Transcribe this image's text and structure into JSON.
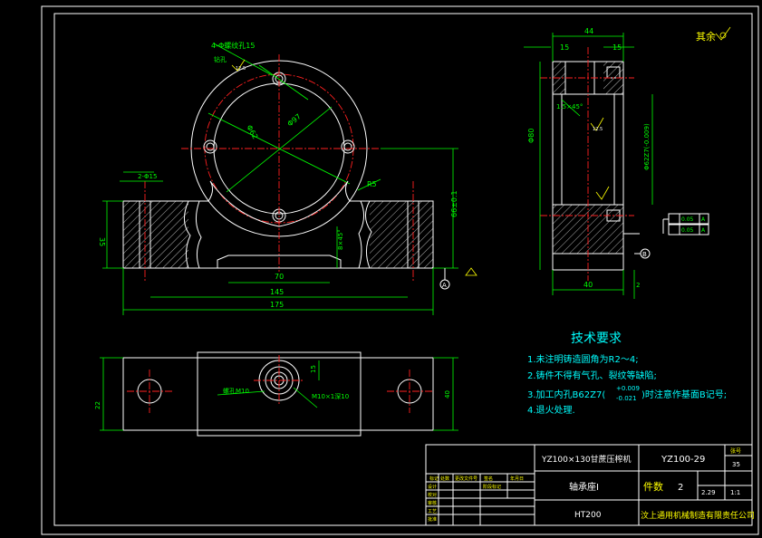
{
  "drawing": {
    "finish_mark": "其余",
    "tech_requirements": {
      "title": "技术要求",
      "items": [
        "1.未注明铸造圆角为R2～4;",
        "2.铸件不得有气孔、裂纹等缺陷;",
        "3.加工内孔B62Z7(",
        "4.退火处理."
      ],
      "item3_tol_upper": "+0.009",
      "item3_tol_lower": "-0.021",
      "item3_tail": ")时注意作基面B记号;"
    },
    "front_view": {
      "hole_note": "4-Φ螺纹孔15",
      "sub_note": "钻孔",
      "bore_label": "Φ62",
      "pcd_label": "Φ97",
      "radius_label": "R5",
      "slot_note": "2-Φ15",
      "height_dim": "66±0.1",
      "base_height": "35",
      "center_slot": "70",
      "width_inner": "145",
      "width_total": "175",
      "chamfer": "8×45°",
      "datum": "A",
      "rough_small": "12.5"
    },
    "side_view": {
      "top_width": "44",
      "left_seg": "15",
      "right_seg": "15",
      "chamfer": "1.5×45°",
      "dia_left": "Φ80",
      "dia_right": "Φ62Z7(-0.009)",
      "bottom_width": "40",
      "bottom_small": "2",
      "datum": "B",
      "rough": "12.5",
      "tol_frame_1": "0.05",
      "tol_frame_1_datum": "A",
      "tol_frame_2": "0.05",
      "tol_frame_2_datum": "A"
    },
    "top_view": {
      "hole_note": "螺孔M10",
      "thread_note": "M10×1深10",
      "dim_15": "15",
      "dim_40": "40",
      "dim_22": "22"
    },
    "title_block": {
      "machine": "YZ100×130甘蔗压榨机",
      "drawing_no": "YZ100-29",
      "part_name": "轴承座Ⅰ",
      "material": "HT200",
      "quantity_label": "件数",
      "quantity": "2",
      "sheet_label": "张号",
      "sheet_no": "35",
      "weight": "2.29",
      "scale": "1:1",
      "company": "汶上通用机械制造有限责任公司",
      "rev_headers": [
        "标记",
        "处数",
        "更改文件号",
        "签名",
        "年月日"
      ],
      "roles": [
        "设计",
        "校对",
        "审核",
        "工艺",
        "批准"
      ],
      "stage_label": "阶段标记"
    }
  }
}
